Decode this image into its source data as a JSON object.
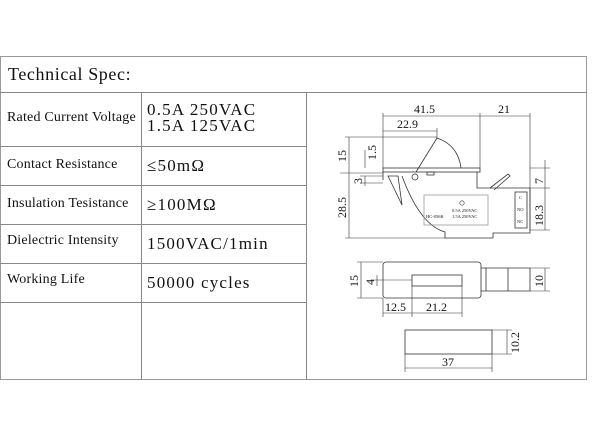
{
  "title": "Technical Spec:",
  "specs": [
    {
      "label": "Rated Current Voltage",
      "value": [
        "0.5A 250VAC",
        "1.5A 125VAC"
      ]
    },
    {
      "label": "Contact Resistance",
      "value": "≤50mΩ"
    },
    {
      "label": "Insulation Tesistance",
      "value": "≥100MΩ"
    },
    {
      "label": "Dielectric Intensity",
      "value": "1500VAC/1min"
    },
    {
      "label": "Working Life",
      "value": "50000 cycles"
    }
  ],
  "drawing": {
    "side_view": {
      "dims": {
        "width_body": "41.5",
        "width_ext": "21",
        "rocker_offset": "22.9",
        "height_rocker": "15",
        "plate": "1.5",
        "lever": "3",
        "height_body": "28.5",
        "top_step": "7",
        "terminal_height": "18.3"
      },
      "label_model": "HC-056K",
      "label_rating1": "0.5A 250VAC",
      "label_rating2": "1.5A 250VAC",
      "terminals": [
        "C",
        "NO",
        "NC"
      ]
    },
    "top_view": {
      "dims": {
        "width": "15",
        "slot": "4",
        "terminal_width": "10",
        "offset": "12.5",
        "slot_length": "21.2"
      }
    },
    "cutout": {
      "dims": {
        "height": "10.2",
        "length": "37"
      }
    }
  }
}
